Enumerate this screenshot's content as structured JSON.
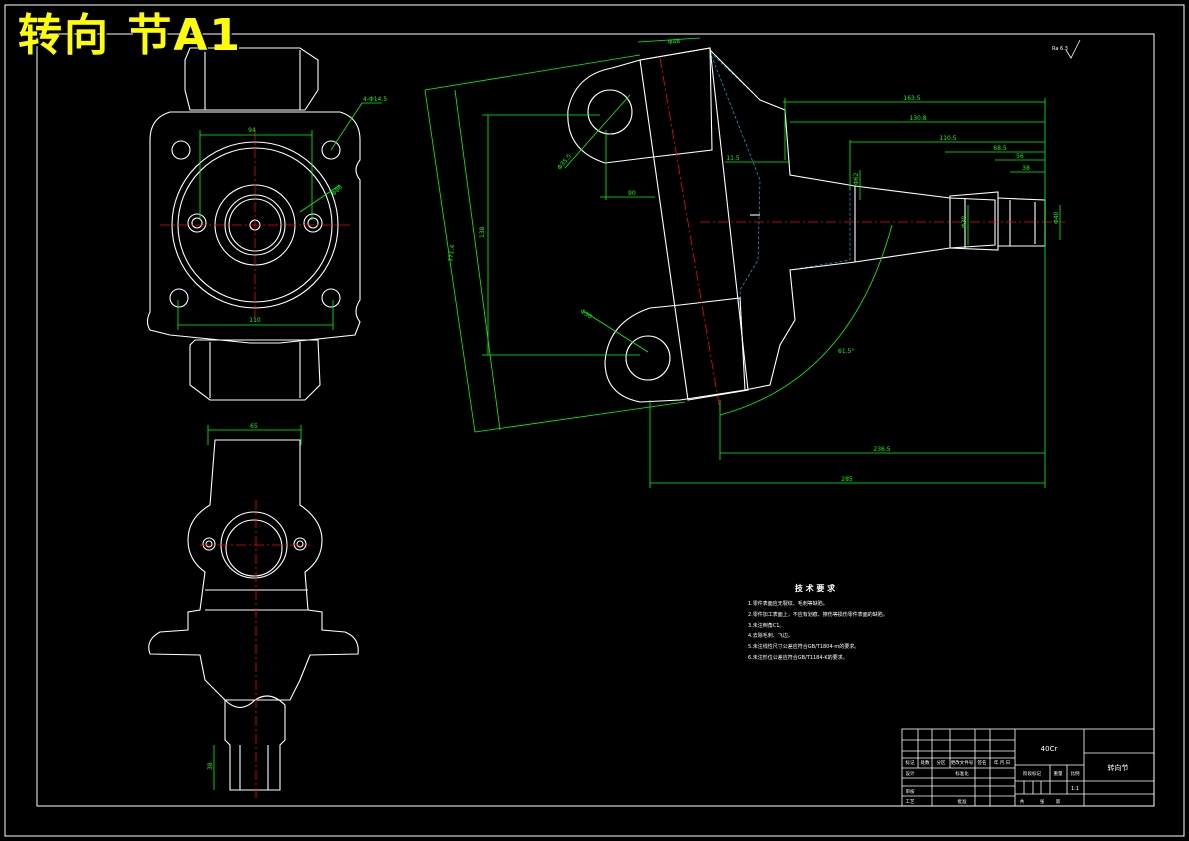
{
  "watermark": "转向 节A1",
  "roughness": "Ra 6.3",
  "tech_title": "技 术 要 求",
  "tech_notes": [
    "1.零件表面应无裂纹、毛刺等缺陷。",
    "2.零件加工表面上，不应有划痕、擦伤等损伤零件表面的缺陷。",
    "3.未注倒角C1。",
    "4.去除毛刺、飞边。",
    "5.未注线性尺寸公差应符合GB/T1804-m的要求。",
    "6.未注形位公差应符合GB/T1184-K的要求。"
  ],
  "dims": {
    "front_top": "94",
    "front_bottom": "110",
    "front_hole": "4-Φ14.5",
    "front_circle": "Φ86",
    "bottom_view_top": "65",
    "bottom_view_side": "38",
    "side_d48": "Φ48",
    "side_d30": "Φ30",
    "side_r": "Φ35.5",
    "side_90": "90",
    "side_138": "138",
    "side_171": "171.4",
    "side_angle": "61.5°",
    "side_163": "163.5",
    "side_130": "130.8",
    "side_110": "110.5",
    "side_68": "68.5",
    "side_56": "56",
    "side_38": "38",
    "side_114": "11.5",
    "side_30": "Φ30",
    "side_62": "Φ62",
    "side_40": "Φ40",
    "side_bottom1": "236.5",
    "side_bottom2": "285"
  },
  "title_block": {
    "material": "40Cr",
    "part_name": "转向节",
    "scale": "1:1",
    "labels": {
      "designer": "设计",
      "check": "审核",
      "process": "工艺",
      "standard": "标准化",
      "approve": "批准",
      "mark": "标记",
      "count": "处数",
      "zone": "分区",
      "change_no": "更改文件号",
      "sign": "签名",
      "date": "年.月.日",
      "stage": "阶段标记",
      "weight": "重量",
      "ratio": "比例",
      "total": "共",
      "sheet": "张",
      "nth": "第"
    }
  },
  "colors": {
    "outline": "#ffffff",
    "dimension": "#00ff00",
    "center": "#ff0000",
    "hatch": "#00ccff",
    "watermark": "#ffff00"
  }
}
